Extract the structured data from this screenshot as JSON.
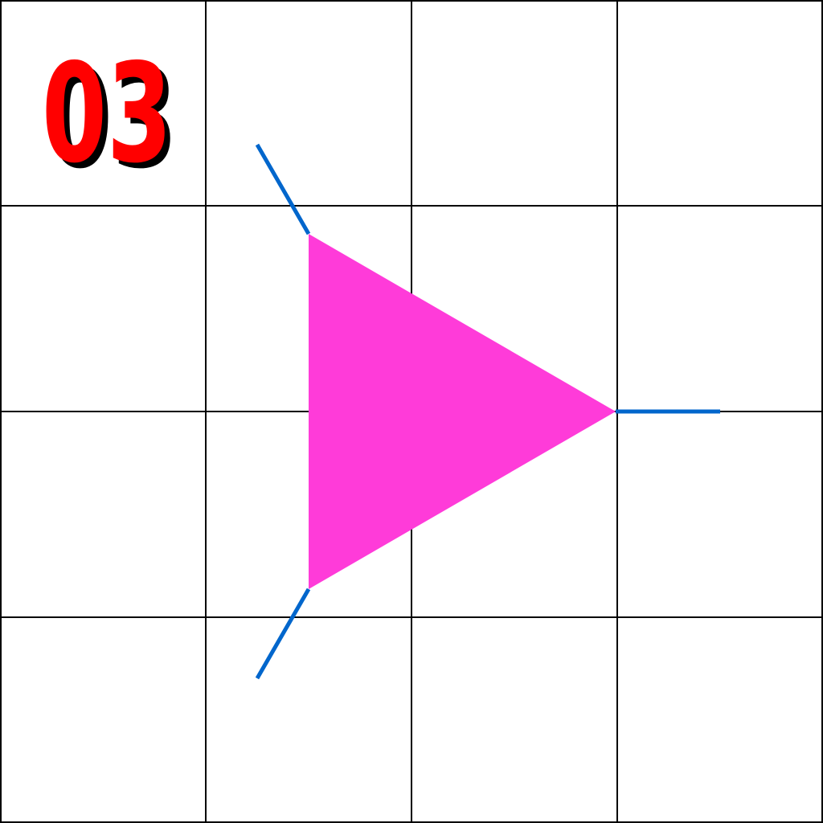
{
  "badge": {
    "number": "03",
    "color": "#ff0000",
    "shadow_color": "#000000"
  },
  "grid": {
    "rows": 4,
    "columns": 4,
    "line_color": "#000000",
    "background": "#ffffff"
  },
  "shape": {
    "kind": "triangle",
    "pointing": "right",
    "fill": "#ff3bd9",
    "spoke_color": "#0066cc"
  }
}
